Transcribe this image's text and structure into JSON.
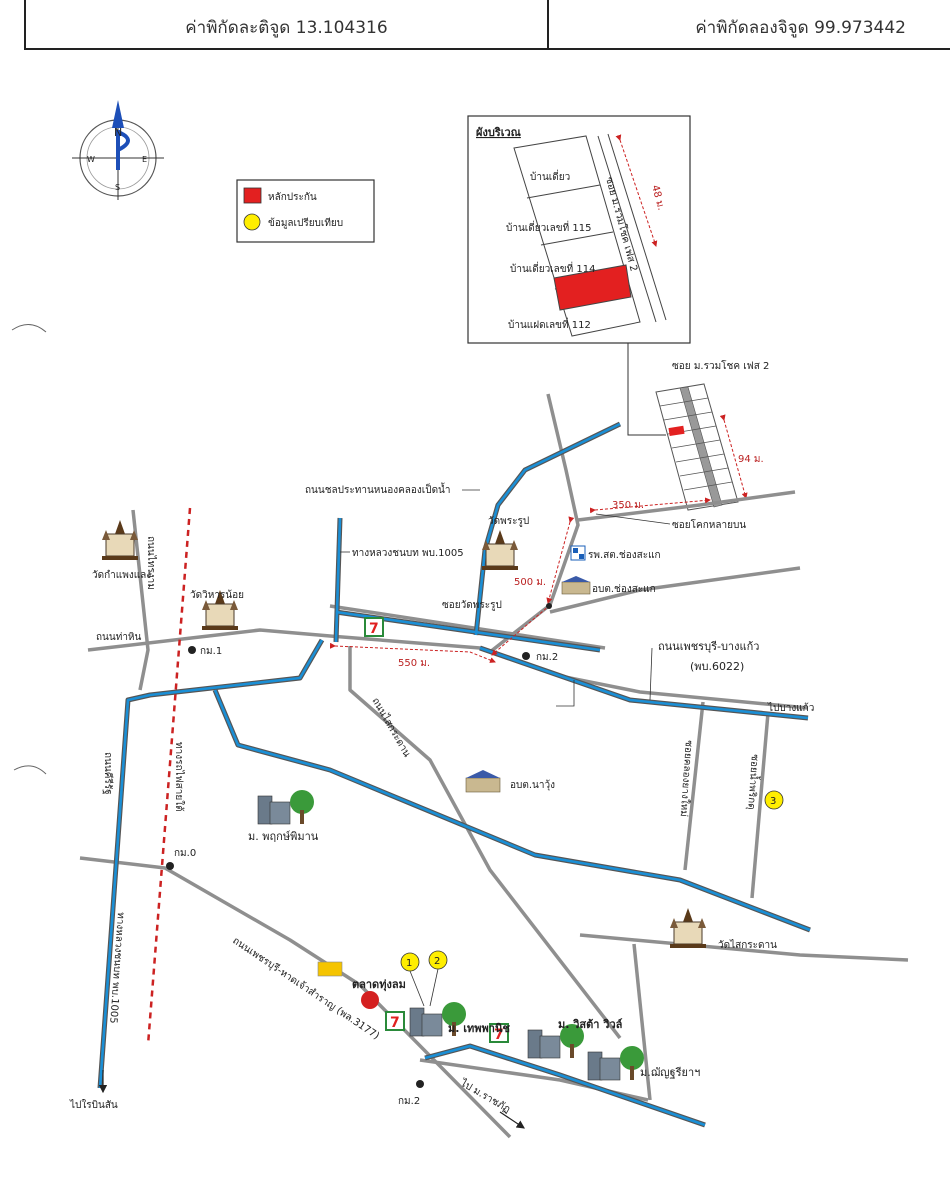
{
  "header": {
    "latitude_label": "ค่าพิกัดละติจูด 13.104316",
    "longitude_label": "ค่าพิกัดลองจิจูด 99.973442"
  },
  "compass": {
    "north_letter": "N",
    "west_letter": "W",
    "east_letter": "E",
    "south_letter": "S"
  },
  "legend": {
    "items": [
      {
        "label": "หลักประกัน",
        "color": "#e32020"
      },
      {
        "label": "ข้อมูลเปรียบเทียบ",
        "color": "#ffee00"
      }
    ]
  },
  "inset": {
    "title": "ผังบริเวณ",
    "parcels": [
      "บ้านเดี่ยว",
      "บ้านเดี่ยวเลขที่ 115",
      "บ้านเดี่ยวเลขที่ 114",
      "บ้านแฝดเลขที่ 112"
    ],
    "road_label": "ซอย ม.รวมโชค เฟส 2",
    "distance": "48 ม."
  },
  "roads": {
    "soi_ruamchoke": "ซอย ม.รวมโชค เฟส 2",
    "soi_ruamchoke_dist": "94 ม.",
    "canal_road": "ถนนชลประทานหนองคลองเป็ดน้ำ",
    "soi_khok": "ซอยโคกหลายบน",
    "dist_350": "350 ม.",
    "dist_500": "500 ม.",
    "dist_550": "550 ม.",
    "soi_wat_phra_rup": "ซอยวัดพระรูป",
    "route_1005_top": "ทางหลวงชนบท พบ.1005",
    "main_road_name": "ถนนเพชรบุรี-บางแก้ว",
    "main_road_code": "(พบ.6022)",
    "to_bang_kaeo": "ไปบางแก้ว",
    "tha_hin_road": "ถนนท่าหิน",
    "tai_road": "ถนนไทรงาม",
    "khiri_road": "ถนนคีรีรัฐ",
    "rail": "ทางรถไฟสายใต้",
    "sai_krathan_road": "ถนนไสกระดาน",
    "soi_khlong_yai": "ซอยคลองยางใหม่",
    "soi_nam_phrik": "ซอยน้ำพริกดุ",
    "bottom_road": "ถนนเพชรบุรี-หาดเจ้าสำราญ (พล.3177)",
    "highway_1005_left": "ทางหลวงชนบท พบ.1005",
    "to_ratchaburi": "ไป ม.ราชภัฏ",
    "to_airport": "ไปใรบินสัน"
  },
  "places": {
    "wat_kam_phaeng": "วัดกำแพงแลง",
    "wat_wihan_noi": "วัดวิหารน้อย",
    "wat_phra_rup": "วัดพระรูป",
    "hospital": "รพ.สต.ช่องสะแก",
    "sao_chong": "อบต.ช่องสะแก",
    "sao_na_wung": "อบต.นาวุ้ง",
    "pruksa": "ม. พฤกษ์พิมาน",
    "wat_sai_krathan": "วัดไสกระดาน",
    "market": "ตลาดทุ่งลม",
    "thepparat": "ม. เทพพานิช",
    "vista": "ม. วิสต้า วิวล์",
    "chanya": "ม.ฌัญฐรียาฯ"
  },
  "km_markers": [
    "กม.1",
    "กม.2",
    "กม.0",
    "กม.2"
  ],
  "comparables": [
    "1",
    "2",
    "3"
  ],
  "colors": {
    "canal": "#1a8fd6",
    "road": "#8f8f8f",
    "rail": "#cc2222",
    "collateral": "#e32020",
    "comparable": "#ffee00"
  }
}
